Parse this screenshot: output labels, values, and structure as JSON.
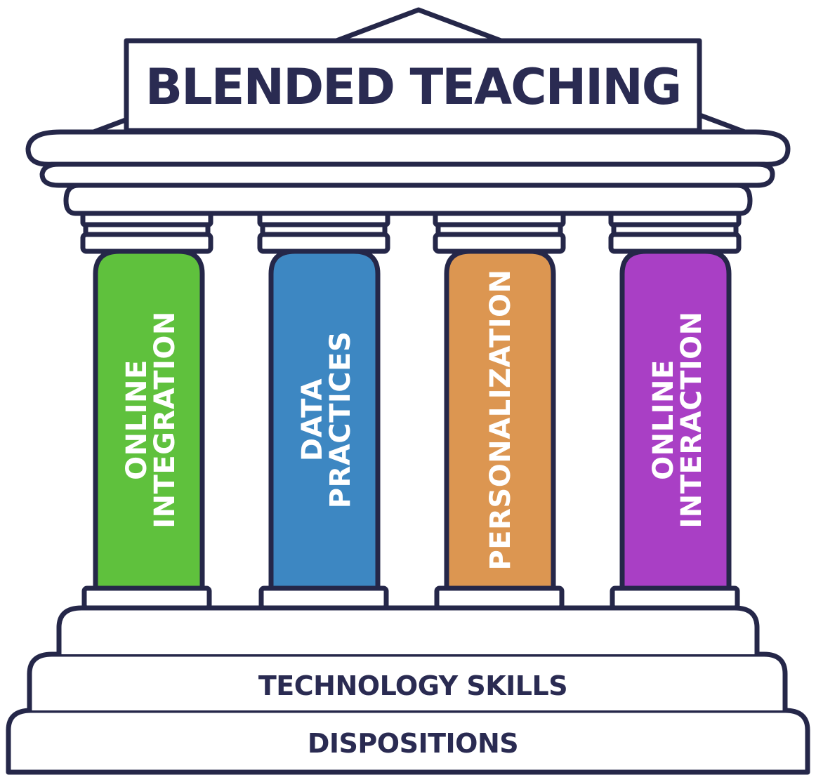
{
  "title": "BLENDED TEACHING",
  "pillars": [
    {
      "lines": [
        "ONLINE",
        "INTEGRATION"
      ],
      "color": "#5fc13d"
    },
    {
      "lines": [
        "DATA",
        "PRACTICES"
      ],
      "color": "#3d87c2"
    },
    {
      "lines": [
        "PERSONALIZATION"
      ],
      "color": "#dc9651"
    },
    {
      "lines": [
        "ONLINE",
        "INTERACTION"
      ],
      "color": "#a93fc5"
    }
  ],
  "steps": {
    "upper": "TECHNOLOGY SKILLS",
    "lower": "DISPOSITIONS"
  },
  "colors": {
    "outline": "#252749",
    "text_dark": "#2a2b52",
    "fill": "#ffffff",
    "pillar_text": "#ffffff"
  }
}
